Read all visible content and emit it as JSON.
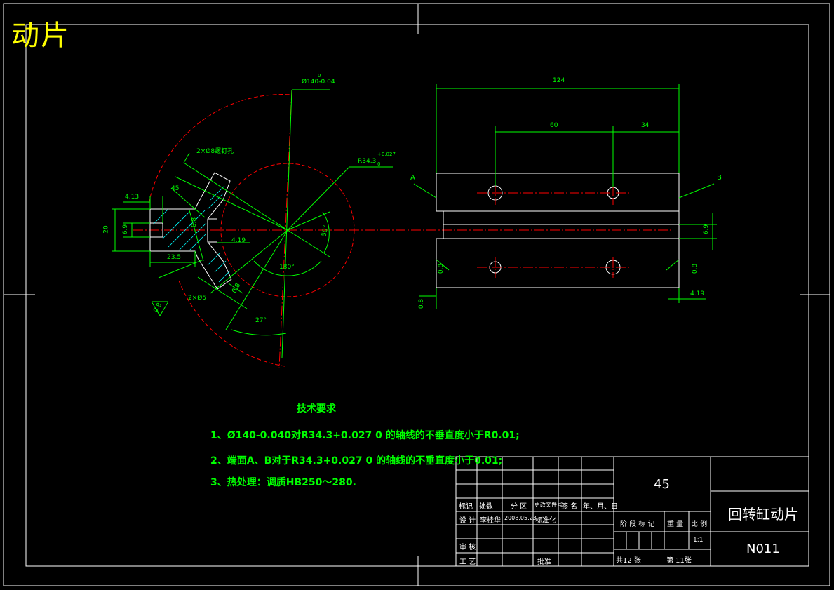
{
  "corner_title": "动片",
  "dimensions": {
    "dia140": "Ø140-0.04",
    "dia140_sup": "0",
    "r343": "R34.3",
    "r343_sup": "+0.027",
    "r343_sub": "0",
    "hole_note": "2×Ø8螺钉孔",
    "chamfer_45": "45",
    "d413": "4.13",
    "d20": "20",
    "d69": "6.9",
    "d08a": "0.8",
    "d419": "4.19",
    "d235": "23.5",
    "d2x65": "2×Ø5",
    "d08b": "0.8",
    "d08c": "0.8",
    "ang180": "180°",
    "ang27": "27°",
    "ang50": "50°",
    "d124": "124",
    "d60": "60",
    "d34": "34",
    "label_a": "A",
    "label_b": "B",
    "d69r": "6.9",
    "d08r1": "0.8",
    "d08r2": "0.8",
    "d08r3": "0.8",
    "d419r": "4.19"
  },
  "tech_req": {
    "title": "技术要求",
    "line1": "1、Ø140-0.040对R34.3+0.027 0 的轴线的不垂直度小于R0.01;",
    "line2": "2、端面A、B对于R34.3+0.027 0 的轴线的不垂直度小于0.01;",
    "line3": "3、热处理：调质HB250～280."
  },
  "title_block": {
    "material": "45",
    "part_name": "回转缸动片",
    "drawing_no": "N011",
    "scale": "1:1",
    "h_biaoji": "标记",
    "h_chushu": "处数",
    "h_fenqu": "分 区",
    "h_gengai": "更改文件号",
    "h_qianming": "签 名",
    "h_riqi": "年、月、日",
    "r_sheji": "设 计",
    "designer": "李桂华",
    "design_date": "2008.05.23",
    "r_biaozhunhua": "标准化",
    "r_shenhe": "审 核",
    "r_gongyi": "工 艺",
    "r_pizhun": "批准",
    "h_jieduan": "阶 段 标 记",
    "h_zhongliang": "重 量",
    "h_bili": "比 例",
    "sheet_total": "共12  张",
    "sheet_no": "第  11张"
  }
}
